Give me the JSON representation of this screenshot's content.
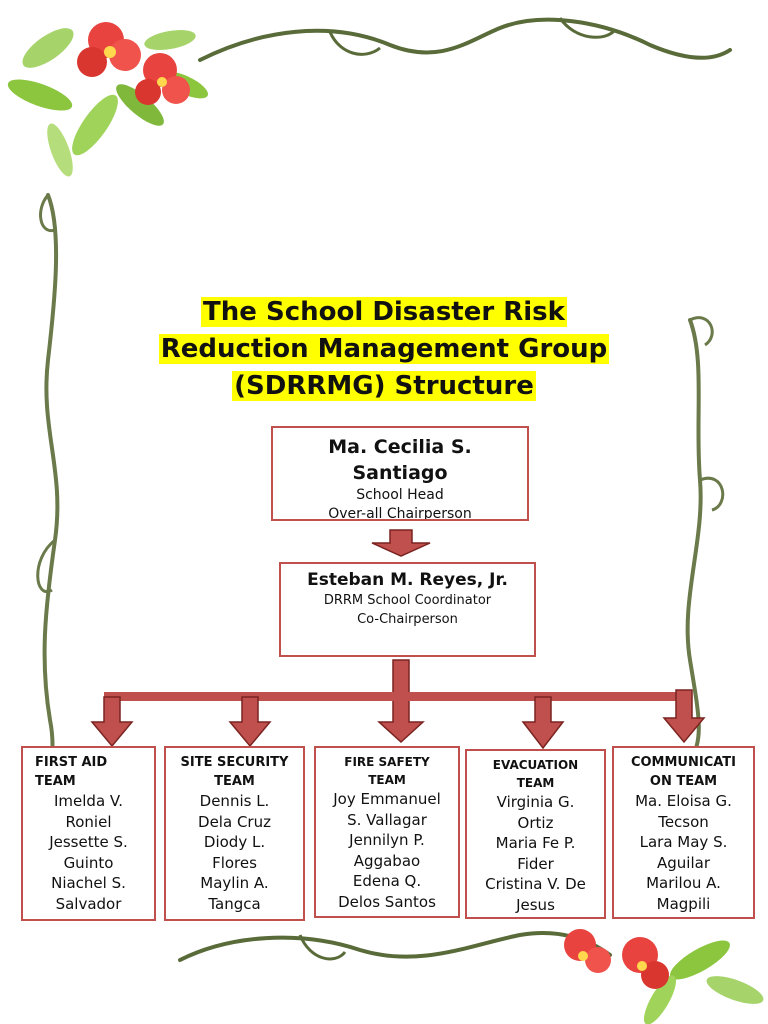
{
  "title": {
    "lines": [
      "The School Disaster Risk",
      "Reduction Management Group",
      "(SDRRMG) Structure"
    ]
  },
  "head": {
    "name_lines": [
      "Ma. Cecilia S.",
      "Santiago"
    ],
    "roles": [
      "School Head",
      "Over-all Chairperson"
    ]
  },
  "coordinator": {
    "name": "Esteban M. Reyes, Jr.",
    "roles": [
      "DRRM School Coordinator",
      "Co-Chairperson"
    ]
  },
  "teams": [
    {
      "title_lines": [
        "FIRST AID",
        "TEAM"
      ],
      "members": [
        "Imelda V.",
        "Roniel",
        "Jessette S.",
        "Guinto",
        "Niachel S.",
        "Salvador"
      ]
    },
    {
      "title_lines": [
        "SITE SECURITY",
        "TEAM"
      ],
      "members": [
        "Dennis L.",
        "Dela Cruz",
        "Diody L.",
        "Flores",
        "Maylin A.",
        "Tangca"
      ]
    },
    {
      "title_lines": [
        "FIRE SAFETY",
        "TEAM"
      ],
      "members": [
        "Joy Emmanuel",
        "S. Vallagar",
        "Jennilyn P.",
        "Aggabao",
        "Edena Q.",
        "Delos Santos"
      ]
    },
    {
      "title_lines": [
        "EVACUATION",
        "TEAM"
      ],
      "members": [
        "Virginia G.",
        "Ortiz",
        "Maria Fe P.",
        "Fider",
        "Cristina V. De",
        "Jesus"
      ]
    },
    {
      "title_lines": [
        "COMMUNICATI",
        "ON TEAM"
      ],
      "members": [
        "Ma. Eloisa G.",
        "Tecson",
        "Lara May S.",
        "Aguilar",
        "Marilou A.",
        "Magpili"
      ]
    }
  ],
  "colors": {
    "box_border": "#c0504d",
    "arrow_fill": "#c0504d",
    "arrow_stroke": "#7a2320",
    "title_highlight": "#ffff00",
    "flower": "#e8433f",
    "leaf": "#8cc63f",
    "vine": "#5a6b3a"
  }
}
